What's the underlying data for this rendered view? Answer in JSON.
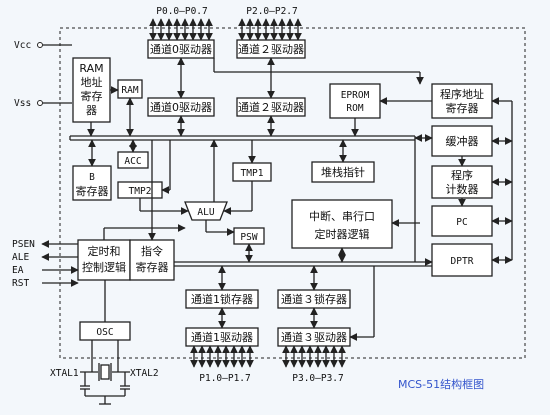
{
  "pins_top": {
    "p0": "P0.0—P0.7",
    "p2": "P2.0—P2.7"
  },
  "pins_bottom": {
    "p1": "P1.0—P1.7",
    "p3": "P3.0—P3.7"
  },
  "supply": {
    "vcc": "Vcc",
    "vss": "Vss"
  },
  "control_pins": [
    "PSEN",
    "ALE",
    "EA",
    "RST"
  ],
  "xtal": {
    "xtal1": "XTAL1",
    "xtal2": "XTAL2"
  },
  "blocks": {
    "ch0_driver_top": "通道0驱动器",
    "ch2_driver_top": "通道２驱动器",
    "ram_addr_reg": [
      "RAM",
      "地址",
      "寄存",
      "器"
    ],
    "ram": "RAM",
    "ch0_latch": "通道0驱动器",
    "ch2_latch": "通道２驱动器",
    "eprom": [
      "EPROM",
      "ROM"
    ],
    "prog_addr_reg": [
      "程序地址",
      "寄存器"
    ],
    "b_reg": [
      "B",
      "寄存器"
    ],
    "acc": "ACC",
    "tmp2": "TMP2",
    "tmp1": "TMP1",
    "stack_ptr": "堆栈指针",
    "buffer": "缓冲器",
    "pc_incr": [
      "程序",
      "计数器"
    ],
    "pc": "PC",
    "alu": "ALU",
    "psw": "PSW",
    "irq_serial_timer": [
      "中断、串行口",
      "定时器逻辑"
    ],
    "timing_ctrl": [
      "定时和",
      "控制逻辑"
    ],
    "instr_reg": [
      "指令",
      "寄存器"
    ],
    "dptr": "DPTR",
    "ch1_latch": "通道1锁存器",
    "ch3_latch": "通道３锁存器",
    "ch1_driver": "通道1驱动器",
    "ch3_driver": "通道３驱动器",
    "osc": "OSC"
  },
  "caption": "MCS-51结构框图"
}
